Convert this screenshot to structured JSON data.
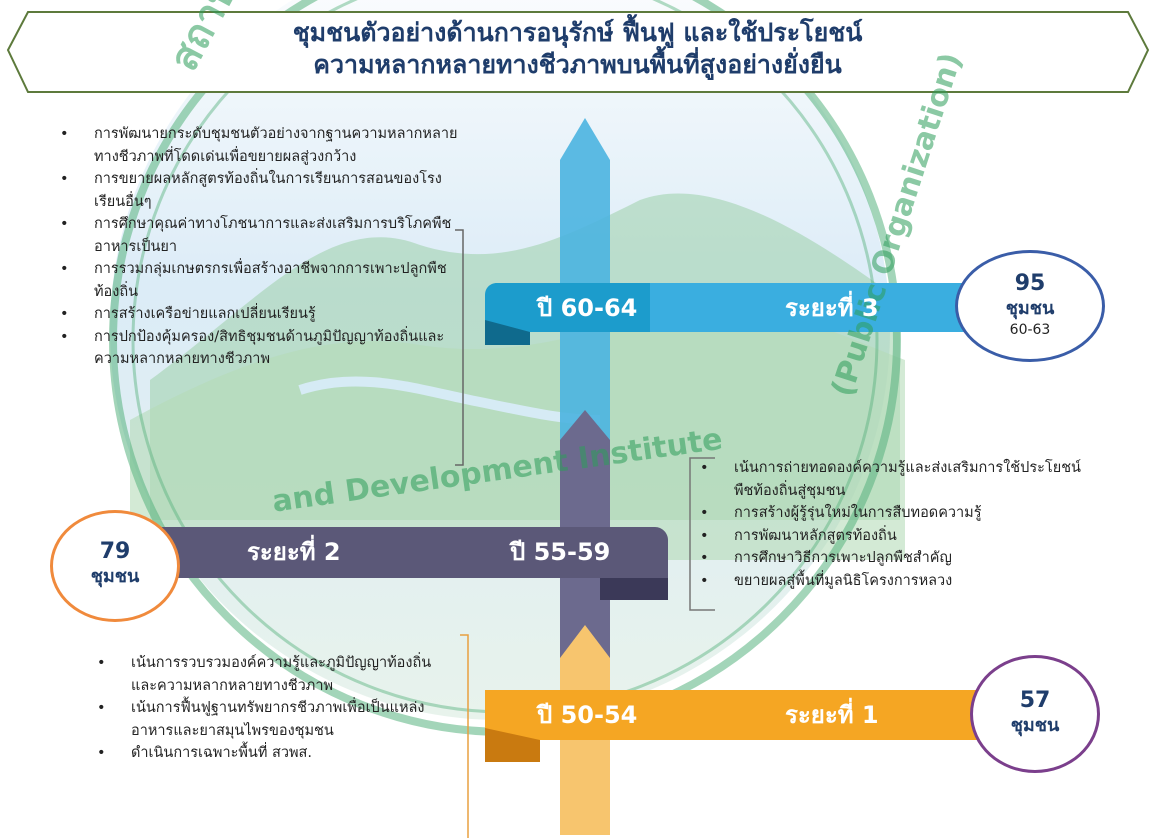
{
  "title": {
    "line1": "ชุมชนตัวอย่างด้านการอนุรักษ์ ฟื้นฟู และใช้ประโยชน์",
    "line2": "ความหลากหลายทางชีวภาพบนพื้นที่สูงอย่างยั่งยืน"
  },
  "watermark": {
    "left": "สถาบ",
    "right_org": "(Public Organization)",
    "bottom": "and Development Institute"
  },
  "phases": [
    {
      "years": "ปี 50-54",
      "phase": "ระยะที่ 1",
      "count": "57",
      "unit": "ชุมชน",
      "color": "#f5a623",
      "circle_color": "#7b3f8c",
      "bullets": [
        "เน้นการรวบรวมองค์ความรู้และภูมิปัญญาท้องถิ่นและความหลากหลายทางชีวภาพ",
        "เน้นการฟื้นฟูฐานทรัพยากรชีวภาพเพื่อเป็นแหล่งอาหารและยาสมุนไพรของชุมชน",
        "ดำเนินการเฉพาะพื้นที่ สวพส."
      ]
    },
    {
      "years": "ปี 55-59",
      "phase": "ระยะที่ 2",
      "count": "79",
      "unit": "ชุมชน",
      "color": "#5b5878",
      "circle_color": "#f08a3c",
      "bullets": [
        "เน้นการถ่ายทอดองค์ความรู้และส่งเสริมการใช้ประโยชน์พืชท้องถิ่นสู่ชุมชน",
        "การสร้างผู้รู้รุ่นใหม่ในการสืบทอดความรู้",
        "การพัฒนาหลักสูตรท้องถิ่น",
        "การศึกษาวิธีการเพาะปลูกพืชสำคัญ",
        "ขยายผลสู่พื้นที่มูลนิธิโครงการหลวง"
      ]
    },
    {
      "years": "ปี 60-64",
      "phase": "ระยะที่ 3",
      "count": "95",
      "unit": "ชุมชน",
      "sub": "60-63",
      "color": "#1c9ccc",
      "circle_color": "#3a5da8",
      "bullets": [
        "การพัฒนายกระดับชุมชนตัวอย่างจากฐานความหลากหลายทางชีวภาพที่โดดเด่นเพื่อขยายผลสู่วงกว้าง",
        "การขยายผลหลักสูตรท้องถิ่นในการเรียนการสอนของโรงเรียนอื่นๆ",
        "การศึกษาคุณค่าทางโภชนาการและส่งเสริมการบริโภคพืชอาหารเป็นยา",
        "การรวมกลุ่มเกษตรกรเพื่อสร้างอาชีพจากการเพาะปลูกพืชท้องถิ่น",
        "การสร้างเครือข่ายแลกเปลี่ยนเรียนรู้",
        "การปกป้องคุ้มครอง/สิทธิชุมชนด้านภูมิปัญญาท้องถิ่นและความหลากหลายทางชีวภาพ"
      ]
    }
  ]
}
